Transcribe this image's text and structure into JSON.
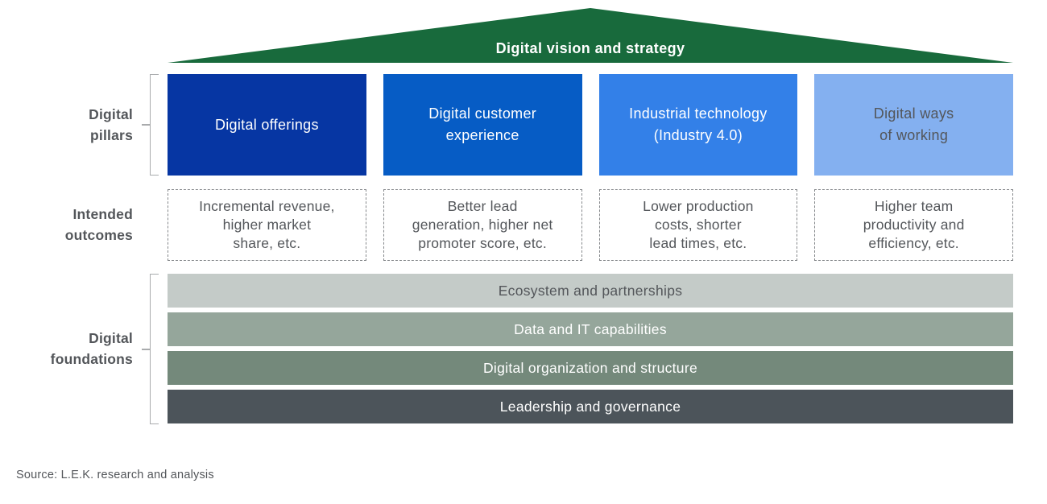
{
  "roof": {
    "label": "Digital vision and strategy",
    "color": "#186a3c",
    "text_color": "#ffffff"
  },
  "row_labels": {
    "pillars": "Digital\npillars",
    "outcomes": "Intended\noutcomes",
    "foundations": "Digital\nfoundations"
  },
  "pillars": [
    {
      "label": "Digital offerings",
      "color": "#0636a3",
      "text_color": "#ffffff"
    },
    {
      "label": "Digital customer\nexperience",
      "color": "#065cc5",
      "text_color": "#ffffff"
    },
    {
      "label": "Industrial technology\n(Industry 4.0)",
      "color": "#3380e8",
      "text_color": "#ffffff"
    },
    {
      "label": "Digital ways\nof working",
      "color": "#84b0f0",
      "text_color": "#53565a"
    }
  ],
  "outcomes": [
    {
      "label": "Incremental revenue,\nhigher market\nshare, etc."
    },
    {
      "label": "Better lead\ngeneration, higher net\npromoter score, etc."
    },
    {
      "label": "Lower production\ncosts, shorter\nlead times, etc."
    },
    {
      "label": "Higher team\nproductivity and\nefficiency, etc."
    }
  ],
  "foundations": [
    {
      "label": "Ecosystem and partnerships",
      "color": "#c4cbc8",
      "text_color": "#53565a"
    },
    {
      "label": "Data and IT capabilities",
      "color": "#95a69b",
      "text_color": "#ffffff"
    },
    {
      "label": "Digital organization and structure",
      "color": "#74897b",
      "text_color": "#ffffff"
    },
    {
      "label": "Leadership and governance",
      "color": "#4c545a",
      "text_color": "#ffffff"
    }
  ],
  "source": "Source: L.E.K. research and analysis"
}
